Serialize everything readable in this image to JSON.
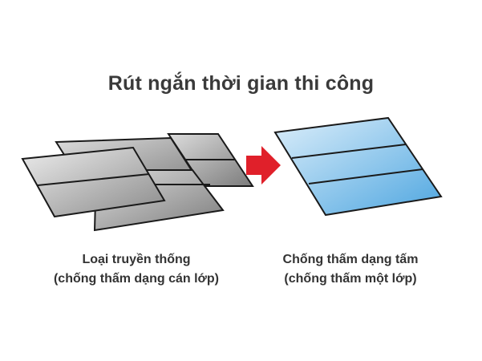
{
  "title": "Rút ngắn thời gian thi công",
  "left_caption": {
    "line1": "Loại truyền thống",
    "line2": "(chống thấm dạng cán lớp)"
  },
  "right_caption": {
    "line1": "Chống thấm dạng tấm",
    "line2": "(chống thấm một lớp)"
  },
  "colors": {
    "arrow": "#e0202a",
    "gray_sheet_light": "#e6e6e6",
    "gray_sheet_dark": "#8e8e8e",
    "blue_sheet_light": "#d4eaf8",
    "blue_sheet_dark": "#56abe3",
    "outline": "#1a1a1a"
  }
}
